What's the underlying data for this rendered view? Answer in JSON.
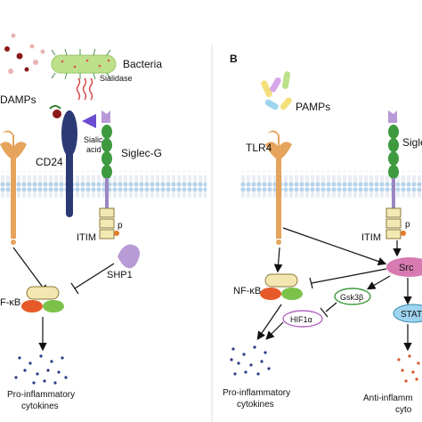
{
  "panel_a": {
    "damps": "DAMPs",
    "bacteria": "Bacteria",
    "sialidase": "Sialidase",
    "sialic_acid_1": "Sialic",
    "sialic_acid_2": "acid",
    "cd24": "CD24",
    "siglec_g": "Siglec-G",
    "itim": "ITIM",
    "p": "p",
    "shp1": "SHP1",
    "nfkb": "F-κB",
    "pro_1": "Pro-inflammatory",
    "pro_2": "cytokines"
  },
  "panel_b": {
    "panel_label": "B",
    "pamps": "PAMPs",
    "tlr4": "TLR4",
    "siglec": "Sigle",
    "itim": "ITIM",
    "p": "p",
    "src": "Src",
    "nfkb": "NF-κB",
    "gsk3b": "Gsk3β",
    "hif1a": "HIF1α",
    "stat": "STAT",
    "pro_1": "Pro-inflammatory",
    "pro_2": "cytokines",
    "anti_1": "Anti-inflamm",
    "anti_2": "cyto"
  },
  "colors": {
    "membrane_head": "#b7d3ea",
    "receptor": "#e6a35c",
    "siglec_green": "#3f9a3f",
    "cd24_blue": "#2b3a75",
    "itim_fill": "#f3e9b5",
    "shp1_purple": "#b89ad6",
    "nfkb_yellow": "#f4e6b0",
    "nfkb_orange": "#e65a2a",
    "nfkb_green": "#7cc24a",
    "cytokine_blue": "#2b3a86",
    "anti_cytokine": "#d8562a",
    "src_pink": "#d77ab1"
  }
}
